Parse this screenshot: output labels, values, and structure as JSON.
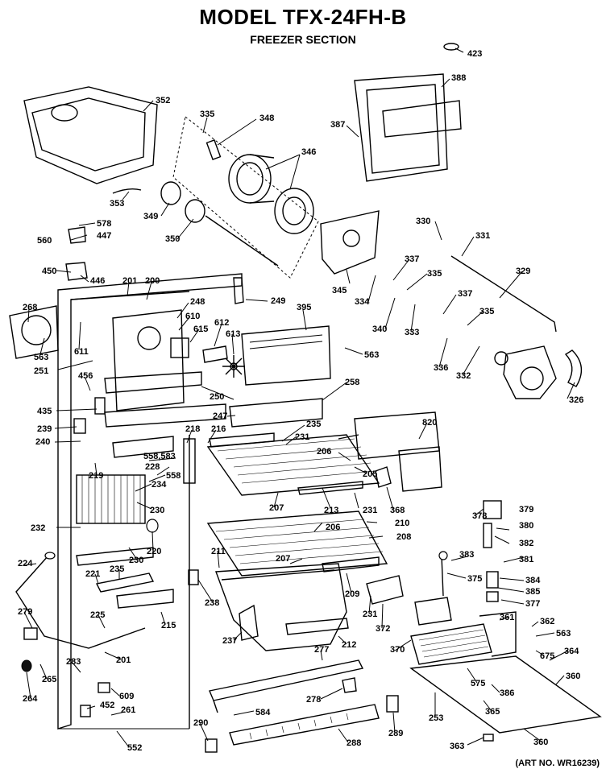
{
  "header": {
    "title": "MODEL TFX-24FH-B",
    "subtitle": "FREEZER SECTION",
    "art_no": "(ART NO. WR16239)"
  },
  "parts": [
    "423",
    "352",
    "388",
    "387",
    "335",
    "348",
    "346",
    "353",
    "349",
    "350",
    "578",
    "447",
    "560",
    "450",
    "446",
    "330",
    "331",
    "329",
    "345",
    "337",
    "335",
    "334",
    "340",
    "333",
    "337",
    "335",
    "336",
    "332",
    "326",
    "201",
    "200",
    "249",
    "268",
    "248",
    "610",
    "395",
    "563",
    "615",
    "612",
    "613",
    "611",
    "563",
    "251",
    "456",
    "250",
    "258",
    "435",
    "247",
    "239",
    "218",
    "216",
    "235",
    "820",
    "240",
    "558,583",
    "231",
    "206",
    "228",
    "558",
    "205",
    "234",
    "219",
    "207",
    "213",
    "231",
    "368",
    "230",
    "206",
    "210",
    "232",
    "378",
    "379",
    "380",
    "220",
    "208",
    "211",
    "230",
    "382",
    "224",
    "207",
    "383",
    "381",
    "221",
    "235",
    "209",
    "375",
    "384",
    "238",
    "385",
    "231",
    "377",
    "279",
    "225",
    "361",
    "362",
    "372",
    "215",
    "277",
    "563",
    "237",
    "212",
    "370",
    "675",
    "201",
    "364",
    "283",
    "265",
    "264",
    "360",
    "575",
    "609",
    "278",
    "386",
    "452",
    "261",
    "584",
    "253",
    "365",
    "289",
    "290",
    "288",
    "360",
    "552",
    "363"
  ]
}
